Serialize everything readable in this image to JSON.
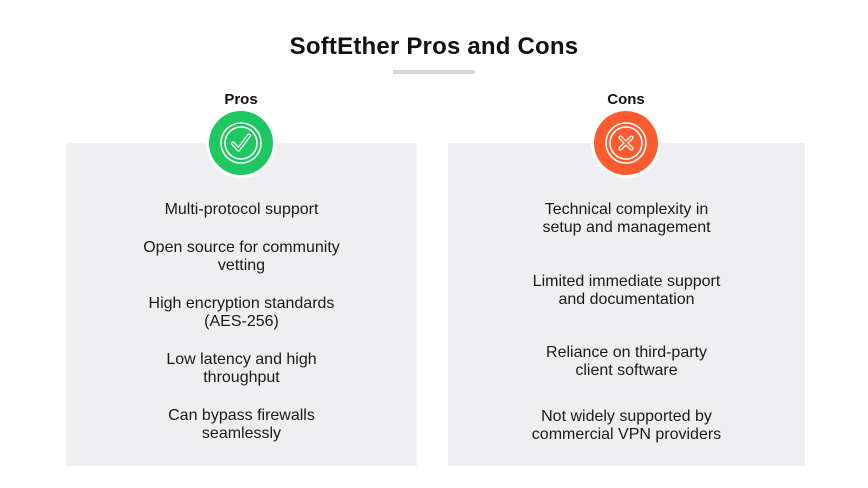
{
  "header": {
    "title": "SoftEther Pros and Cons"
  },
  "pros": {
    "label": "Pros",
    "icon": "check-circle-icon",
    "color": "#1ec760",
    "items": [
      {
        "lines": [
          "Multi-protocol support"
        ]
      },
      {
        "lines": [
          "Open source for community",
          "vetting"
        ]
      },
      {
        "lines": [
          "High encryption standards",
          "(AES-256)"
        ]
      },
      {
        "lines": [
          "Low latency and high",
          "throughput"
        ]
      },
      {
        "lines": [
          "Can bypass firewalls",
          "seamlessly"
        ]
      }
    ]
  },
  "cons": {
    "label": "Cons",
    "icon": "x-circle-icon",
    "color": "#fd5c2f",
    "items": [
      {
        "lines": [
          "Technical complexity in",
          "setup and management"
        ]
      },
      {
        "lines": [
          "Limited immediate support",
          "and documentation"
        ]
      },
      {
        "lines": [
          "Reliance on third-party",
          "client software"
        ]
      },
      {
        "lines": [
          "Not widely supported by",
          "commercial VPN providers"
        ]
      }
    ]
  },
  "colors": {
    "panel_bg": "#efeff1",
    "divider": "#d9d9d9",
    "text": "#1a1a1a"
  }
}
